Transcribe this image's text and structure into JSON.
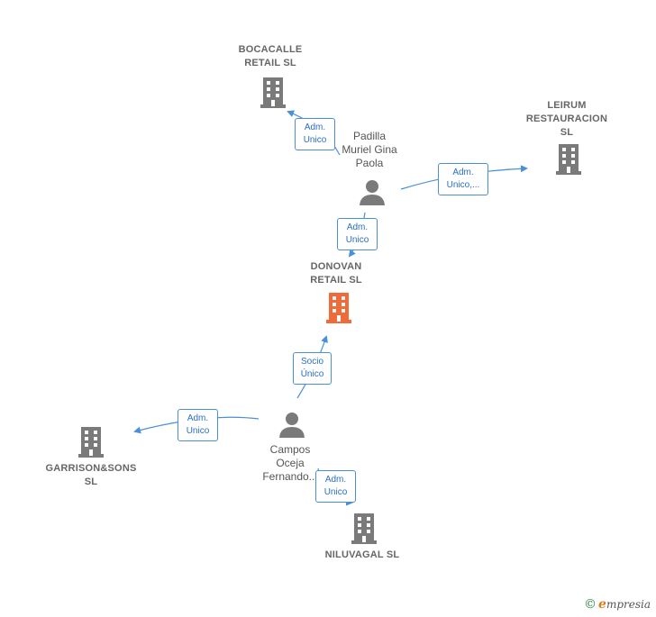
{
  "colors": {
    "building_default": "#7a7a7a",
    "building_focus": "#f06a3a",
    "person": "#7a7a7a",
    "edge": "#4a90d9"
  },
  "companies": [
    {
      "id": "bocacalle",
      "name": "BOCACALLE\nRETAIL  SL",
      "icon": "building-icon",
      "focus": false
    },
    {
      "id": "leirum",
      "name": "LEIRUM\nRESTAURACION\nSL",
      "icon": "building-icon",
      "focus": false
    },
    {
      "id": "donovan",
      "name": "DONOVAN\nRETAIL  SL",
      "icon": "building-icon",
      "focus": true
    },
    {
      "id": "garrison",
      "name": "GARRISON&SONS\nSL",
      "icon": "building-icon",
      "focus": false
    },
    {
      "id": "niluvagal",
      "name": "NILUVAGAL  SL",
      "icon": "building-icon",
      "focus": false
    }
  ],
  "people": [
    {
      "id": "padilla",
      "name": "Padilla\nMuriel Gina\nPaola",
      "icon": "person-icon"
    },
    {
      "id": "campos",
      "name": "Campos\nOceja\nFernando...",
      "icon": "person-icon"
    }
  ],
  "relations": [
    {
      "id": "padilla-bocacalle",
      "label": "Adm.\nUnico"
    },
    {
      "id": "padilla-leirum",
      "label": "Adm.\nUnico,..."
    },
    {
      "id": "padilla-donovan",
      "label": "Adm.\nUnico"
    },
    {
      "id": "campos-donovan",
      "label": "Socio\nÚnico"
    },
    {
      "id": "campos-garrison",
      "label": "Adm.\nUnico"
    },
    {
      "id": "campos-niluvagal",
      "label": "Adm.\nUnico"
    }
  ],
  "brand": {
    "copyright": "©",
    "initial": "e",
    "name": "mpresia"
  }
}
